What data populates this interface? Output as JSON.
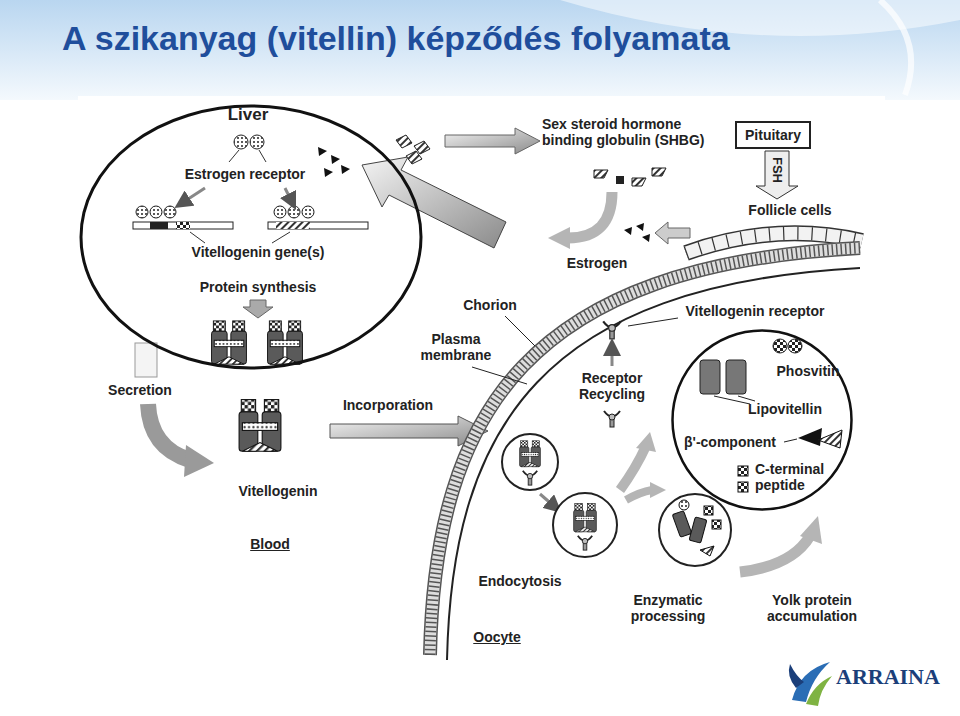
{
  "diagram": {
    "title": "A szikanyag (vitellin) képződés folyamata",
    "nodes": [
      {
        "text": [
          "Liver",
          "Estrogen receptor",
          "Vitellogenin gene(s)",
          "Protein synthesis"
        ]
      },
      {
        "text": [
          "Pituitary"
        ]
      },
      {
        "text": [
          "Phosvitin",
          "Lipovitellin",
          "β'-component",
          "C-terminal peptide"
        ]
      }
    ],
    "labels": [
      "Sex steroid hormone binding globulin (SHBG)",
      "FSH",
      "Follicle cells",
      "Estrogen",
      "Chorion",
      "Plasma membrane",
      "Vitellogenin receptor",
      "Receptor Recycling",
      "Secretion",
      "Incorporation",
      "Vitellogenin",
      "Blood",
      "Endocytosis",
      "Enzymatic processing",
      "Yolk protein accumulation",
      "Oocyte",
      "ARRAINA"
    ]
  }
}
